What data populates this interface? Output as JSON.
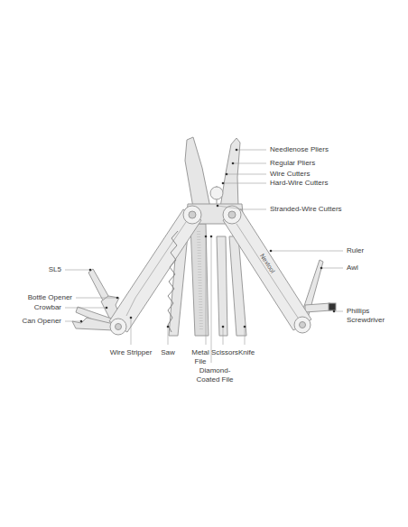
{
  "diagram": {
    "labels": [
      "Needlenose Pliers",
      "Regular Pliers",
      "Wire Cutters",
      "Hard-Wire Cutters",
      "Stranded-Wire Cutters",
      "Nextool",
      "Ruler",
      "SL5",
      "Awl",
      "Bottle Opener",
      "Crowbar",
      "Phillips Screwdriver",
      "Can Opener",
      "Wire Stripper",
      "Saw",
      "Metal File",
      "Scissors",
      "Knife",
      "Diamond-Coated File"
    ]
  }
}
